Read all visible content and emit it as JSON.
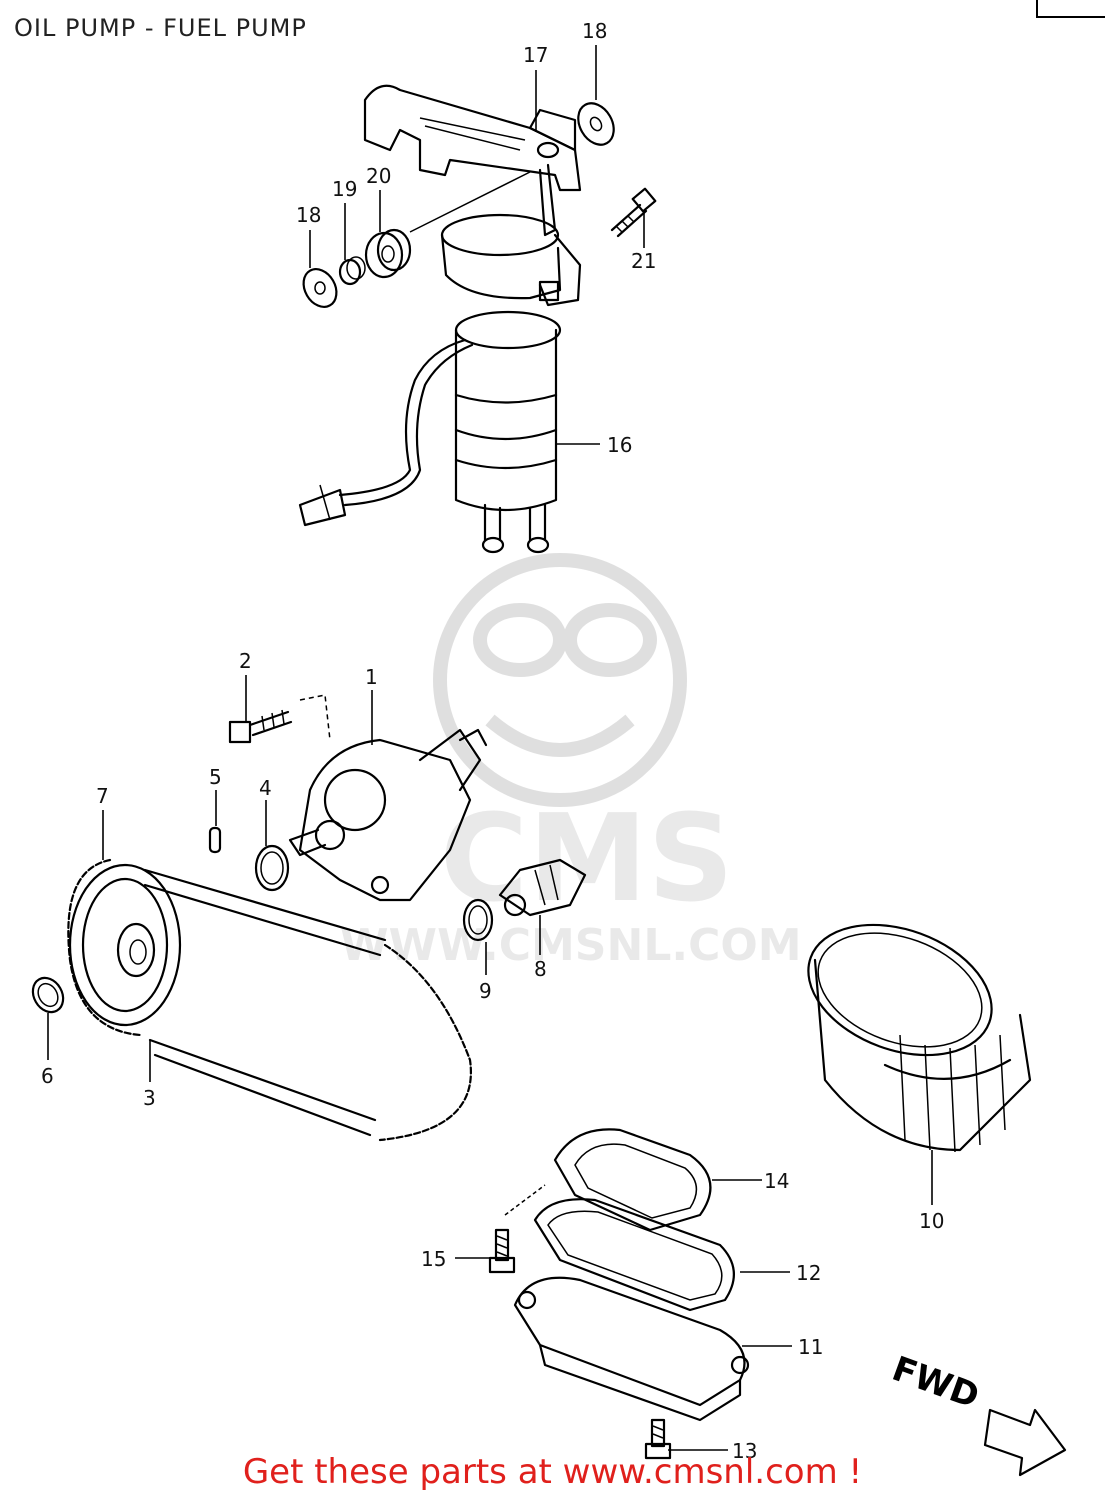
{
  "title": "OIL PUMP - FUEL PUMP",
  "footer": "Get these parts at www.cmsnl.com !",
  "watermark": {
    "brand": "CMS",
    "url": "WWW.CMSNL.COM"
  },
  "direction_marker": "FWD",
  "colors": {
    "footer_text": "#e0201c",
    "line_art": "#000000",
    "watermark": "#d8d8d8"
  },
  "callouts": [
    "1",
    "2",
    "3",
    "4",
    "5",
    "6",
    "7",
    "8",
    "9",
    "10",
    "11",
    "12",
    "13",
    "14",
    "15",
    "16",
    "17",
    "18",
    "18",
    "19",
    "20",
    "21"
  ]
}
